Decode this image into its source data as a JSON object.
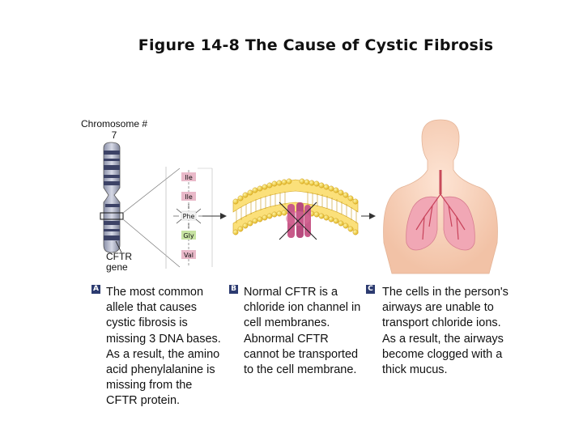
{
  "title": "Figure 14-8 The Cause of Cystic Fibrosis",
  "chromosome_label": "Chromosome # 7",
  "gene_label": "CFTR gene",
  "amino_acids": [
    "Ile",
    "Ile",
    "Phe",
    "Gly",
    "Val"
  ],
  "panels": [
    {
      "badge": "A",
      "text": "The most common allele that causes cystic fibrosis is missing 3 DNA bases.  As a result, the amino acid phenylalanine is missing from the CFTR protein."
    },
    {
      "badge": "B",
      "text": "Normal CFTR is a chloride ion channel in cell membranes. Abnormal CFTR cannot be transported to the cell membrane."
    },
    {
      "badge": "C",
      "text": "The cells in the person's airways are unable to transport chloride ions. As a result, the airways become clogged with a thick mucus."
    }
  ]
}
